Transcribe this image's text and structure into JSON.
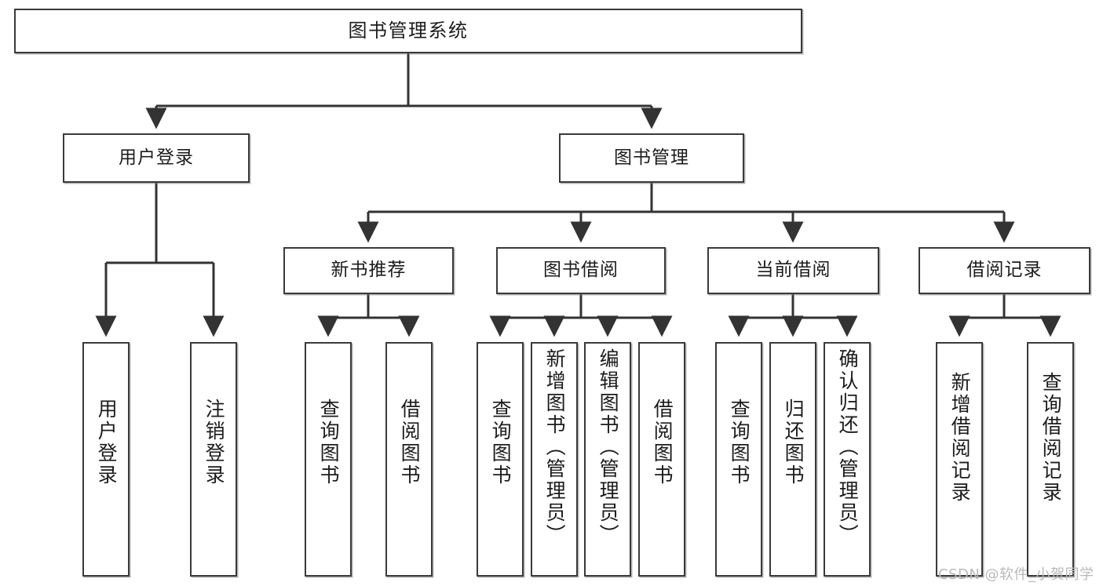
{
  "diagram": {
    "type": "tree-hierarchy-chart",
    "title": "图书管理系统",
    "colors": {
      "border": "#3a3a3a",
      "background": "#ffffff",
      "text": "#1c1c1c",
      "edge": "#333333",
      "watermark": "#b9b9b9"
    },
    "root": {
      "label": "图书管理系统"
    },
    "level1": [
      {
        "label": "用户登录"
      },
      {
        "label": "图书管理"
      }
    ],
    "level2": [
      {
        "label": "新书推荐"
      },
      {
        "label": "图书借阅"
      },
      {
        "label": "当前借阅"
      },
      {
        "label": "借阅记录"
      }
    ],
    "leaves": {
      "user_login": [
        {
          "label": "用户登录"
        },
        {
          "label": "注销登录"
        }
      ],
      "new_book_recommend": [
        {
          "label": "查询图书"
        },
        {
          "label": "借阅图书"
        }
      ],
      "book_borrow": [
        {
          "label": "查询图书"
        },
        {
          "label": "新增图书（管理员）"
        },
        {
          "label": "编辑图书（管理员）"
        },
        {
          "label": "借阅图书"
        }
      ],
      "current_borrow": [
        {
          "label": "查询图书"
        },
        {
          "label": "归还图书"
        },
        {
          "label": "确认归还（管理员）"
        }
      ],
      "borrow_record": [
        {
          "label": "新增借阅记录"
        },
        {
          "label": "查询借阅记录"
        }
      ]
    },
    "watermark": "CSDN @软件_小贺同学"
  }
}
